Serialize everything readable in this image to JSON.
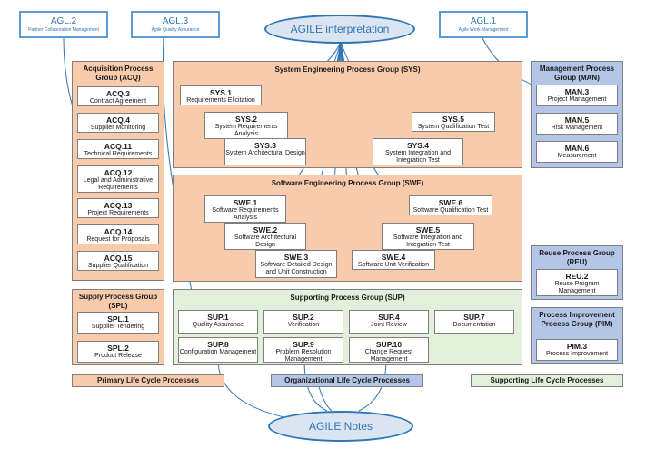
{
  "agile_boxes": [
    {
      "id": "AGL.2",
      "name": "Partner Collaboration Management"
    },
    {
      "id": "AGL.3",
      "name": "Agile Quality Assurance"
    },
    {
      "id": "AGL.1",
      "name": "Agile Work Management"
    }
  ],
  "ellipses": {
    "top": "AGILE interpretation",
    "bottom": "AGILE Notes"
  },
  "groups": {
    "acq": {
      "title": "Acquisition Process Group (ACQ)",
      "items": [
        {
          "id": "ACQ.3",
          "name": "Contract Agreement"
        },
        {
          "id": "ACQ.4",
          "name": "Supplier Monitoring"
        },
        {
          "id": "ACQ.11",
          "name": "Technical Requirements"
        },
        {
          "id": "ACQ.12",
          "name": "Legal and Administrative Requirements"
        },
        {
          "id": "ACQ.13",
          "name": "Project Requirements"
        },
        {
          "id": "ACQ.14",
          "name": "Request for Proposals"
        },
        {
          "id": "ACQ.15",
          "name": "Supplier Qualification"
        }
      ]
    },
    "sys": {
      "title": "System Engineering Process Group (SYS)",
      "items": [
        {
          "id": "SYS.1",
          "name": "Requirements Elicitation"
        },
        {
          "id": "SYS.2",
          "name": "System Requirements Analysis"
        },
        {
          "id": "SYS.3",
          "name": "System Architectural Design"
        },
        {
          "id": "SYS.4",
          "name": "System Integration and Integration Test"
        },
        {
          "id": "SYS.5",
          "name": "System Qualification Test"
        }
      ]
    },
    "swe": {
      "title": "Software Engineering Process Group (SWE)",
      "items": [
        {
          "id": "SWE.1",
          "name": "Software Requirements Analysis"
        },
        {
          "id": "SWE.2",
          "name": "Software Architectural Design"
        },
        {
          "id": "SWE.3",
          "name": "Software Detailed Design and Unit Construction"
        },
        {
          "id": "SWE.4",
          "name": "Software Unit Verification"
        },
        {
          "id": "SWE.5",
          "name": "Software Integration and Integration Test"
        },
        {
          "id": "SWE.6",
          "name": "Software Qualification Test"
        }
      ]
    },
    "man": {
      "title": "Management Process Group (MAN)",
      "items": [
        {
          "id": "MAN.3",
          "name": "Project Management"
        },
        {
          "id": "MAN.5",
          "name": "Risk Management"
        },
        {
          "id": "MAN.6",
          "name": "Measurement"
        }
      ]
    },
    "reu": {
      "title": "Reuse Process Group (REU)",
      "items": [
        {
          "id": "REU.2",
          "name": "Reuse Program Management"
        }
      ]
    },
    "pim": {
      "title": "Process Improvement Process Group (PIM)",
      "items": [
        {
          "id": "PIM.3",
          "name": "Process Improvement"
        }
      ]
    },
    "spl": {
      "title": "Supply Process Group (SPL)",
      "items": [
        {
          "id": "SPL.1",
          "name": "Supplier Tendering"
        },
        {
          "id": "SPL.2",
          "name": "Product Release"
        }
      ]
    },
    "sup": {
      "title": "Supporting Process Group (SUP)",
      "items": [
        {
          "id": "SUP.1",
          "name": "Quality Assurance"
        },
        {
          "id": "SUP.2",
          "name": "Verification"
        },
        {
          "id": "SUP.4",
          "name": "Joint Review"
        },
        {
          "id": "SUP.7",
          "name": "Documentation"
        },
        {
          "id": "SUP.8",
          "name": "Configuration Management"
        },
        {
          "id": "SUP.9",
          "name": "Problem Resolution Management"
        },
        {
          "id": "SUP.10",
          "name": "Change Request Management"
        }
      ]
    }
  },
  "legend": {
    "primary": "Primary Life Cycle Processes",
    "organizational": "Organizational Life Cycle Processes",
    "supporting": "Supporting Life Cycle Processes"
  },
  "colors": {
    "primary": "#f8cbad",
    "organizational": "#b4c6e7",
    "supporting": "#e2efda",
    "connector": "#2e75b6"
  }
}
